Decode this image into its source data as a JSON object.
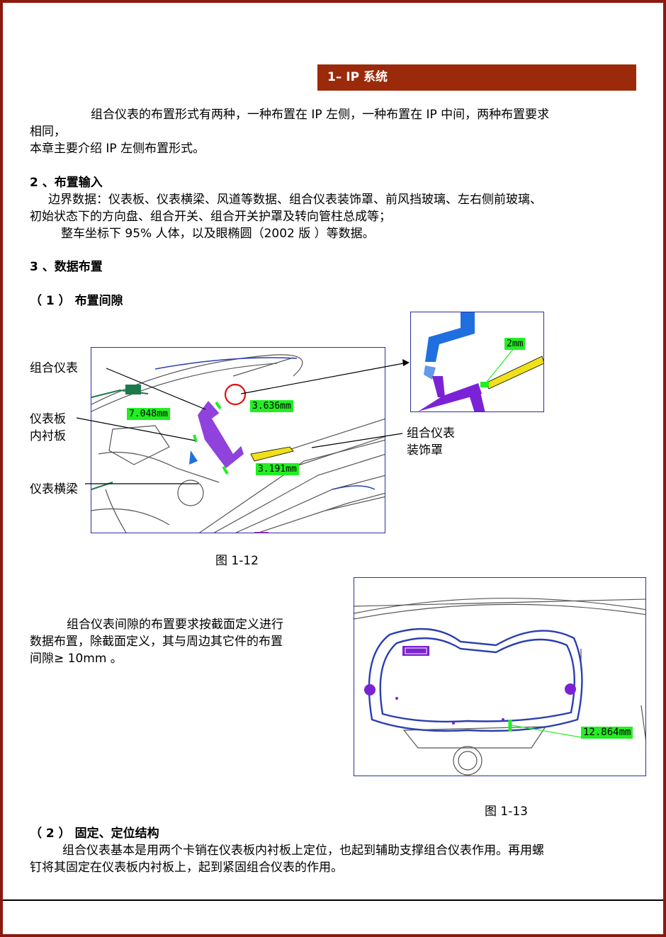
{
  "header": {
    "title": "1– IP 系统"
  },
  "intro": {
    "line1": "组合仪表的布置形式有两种，一种布置在 IP 左侧，一种布置在 IP 中间，两种布置要求",
    "line2": "相同，",
    "line3": "本章主要介绍 IP 左侧布置形式。"
  },
  "section2": {
    "heading": "2 、布置输入",
    "line1": "边界数据：仪表板、仪表横梁、风道等数据、组合仪表装饰罩、前风挡玻璃、左右侧前玻璃、",
    "line2": "初始状态下的方向盘、组合开关、组合开关护罩及转向管柱总成等；",
    "line3": "整车坐标下 95% 人体，以及眼椭圆（2002 版 ）等数据。"
  },
  "section3": {
    "heading": "3 、数据布置",
    "sub1": "（ 1 ） 布置间隙"
  },
  "figure12": {
    "caption": "图 1-12",
    "callouts": {
      "cluster": "组合仪表",
      "inner_panel_1": "仪表板",
      "inner_panel_2": "内衬板",
      "beam": "仪表横梁",
      "bezel_1": "组合仪表",
      "bezel_2": "装饰罩"
    },
    "measurements": {
      "m1": "7.048mm",
      "m2": "3.636mm",
      "m3": "3.191mm",
      "inset": "2mm"
    }
  },
  "gap_text": {
    "line1": "组合仪表间隙的布置要求按截面定义进行",
    "line2": "数据布置，除截面定义，其与周边其它件的布置",
    "line3": "间隙≥  10mm 。"
  },
  "figure13": {
    "caption": "图 1-13",
    "measurement": "12.864mm"
  },
  "sub2": {
    "heading": "（ 2 ） 固定、定位结构",
    "line1": "组合仪表基本是用两个卡销在仪表板内衬板上定位，也起到辅助支撑组合仪表作用。再用螺",
    "line2": "钉将其固定在仪表板内衬板上，起到紧固组合仪表的作用。"
  },
  "colors": {
    "frame": "#8B1A0E",
    "header_bg": "#9B2A0A",
    "measure_bg": "#22ee22",
    "figure_border": "#2b2fa0",
    "part_purple": "#7b22d6",
    "part_blue": "#1f6fe0",
    "part_yellow": "#f0e01a"
  }
}
